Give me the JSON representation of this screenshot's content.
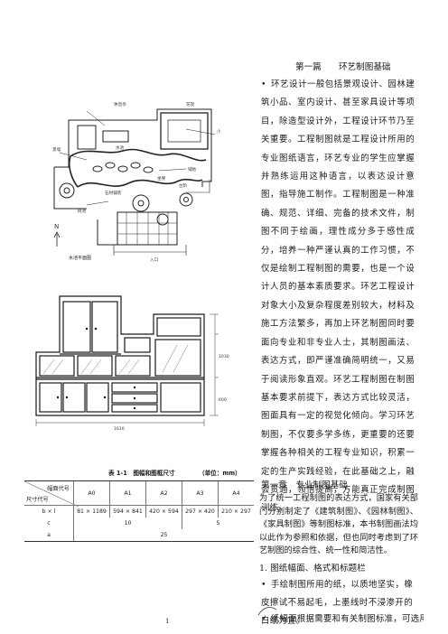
{
  "page": {
    "title": "第一篇　　环艺制图基础",
    "number": "1"
  },
  "intro": "环艺设计一般包括景观设计、园林建筑小品、室内设计、甚至家具设计等项目，除造型设计外，工程设计环节乃至关重要。工程制图就是工程设计所用的专业图纸语言，环艺专业的学生应掌握并熟练运用这种语言，以表达设计意图，指导施工制作。工程制图是一种准确、规范、详细、完备的技术文件，制图不同于绘画，理性成分多于感性成分，培养一种严谨认真的工作习惯，不仅是绘制工程制图的需要，也是一个设计人员的基本素质要求。环艺工程设计对象大小及复杂程度差别较大，材料及施工方法繁多，再加上环艺制图同时要面向专业和非专业人士，其制图画法、表达方式，即严谨准确简明统一，又易于阅读形象直观。环艺工程制图在制图基本要求前提下，表达方式比较灵活，图面具有一定的视觉化倾向。学习环艺制图，不仅要多学多练，更重要的还要掌握各种相关的工程专业知识，积累一定的生产实践经验，在此基础之上，融会贯通，领悟提高，方能真正完成制图训练。",
  "chapter": {
    "heading": "第一章　专业制图基础",
    "text": "为了统一工程制图的表达方式，国家有关部门分别制定了《建筑制图》、《园林制图》、《家具制图》等制图标准，本书制图画法均以此作为参照和依据，但也同时考虑到了环艺制图的综合性、统一性和简洁性。"
  },
  "section": {
    "heading": "1. 图纸幅面、格式和标题栏",
    "bullet1": "手绘制图所用的纸，以质地坚实，橡皮擦试不易起毛，上墨线时不浸渗开的白纸为宜。",
    "bullet2": "纸幅面根据需要和有关制图标准，可选用大"
  },
  "figure1": {
    "caption": "水池平面图",
    "labels": [
      "休息亭",
      "水池",
      "景墙",
      "花架",
      "铺地",
      "石材铺装",
      "台阶",
      "小品",
      "树池",
      "入口",
      "坐凳",
      "N"
    ]
  },
  "figure2": {
    "labels": [
      "1610",
      "1030",
      "600"
    ]
  },
  "table": {
    "title": "表 1-1　图幅和图框尺寸",
    "unit": "（单位：mm）",
    "header_top": "幅面代号",
    "header_bottom": "尺寸代号",
    "columns": [
      "A0",
      "A1",
      "A2",
      "A3",
      "A4"
    ],
    "rows": [
      {
        "label": "b × l",
        "cells": [
          "81 × 1189",
          "594 × 841",
          "420 × 594",
          "297 × 420",
          "210 × 297"
        ]
      },
      {
        "label": "c",
        "cells": [
          "10",
          "5"
        ]
      },
      {
        "label": "a",
        "cells": [
          "25"
        ]
      }
    ]
  }
}
